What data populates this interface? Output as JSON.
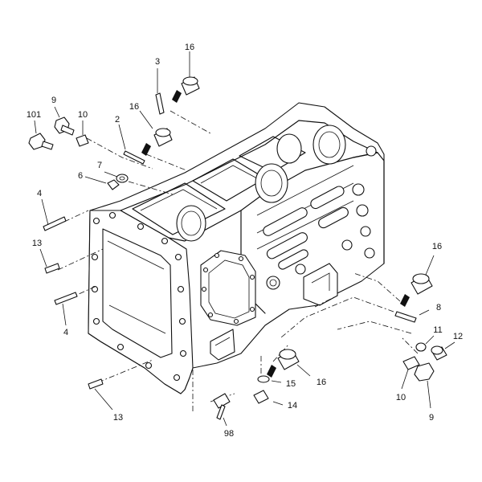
{
  "callouts": [
    {
      "id": "c3",
      "text": "3"
    },
    {
      "id": "c16a",
      "text": "16"
    },
    {
      "id": "c9a",
      "text": "9"
    },
    {
      "id": "c101",
      "text": "101"
    },
    {
      "id": "c10a",
      "text": "10"
    },
    {
      "id": "c16b",
      "text": "16"
    },
    {
      "id": "c2",
      "text": "2"
    },
    {
      "id": "c7",
      "text": "7"
    },
    {
      "id": "c6",
      "text": "6"
    },
    {
      "id": "c4a",
      "text": "4"
    },
    {
      "id": "c13a",
      "text": "13"
    },
    {
      "id": "c4b",
      "text": "4"
    },
    {
      "id": "c16c",
      "text": "16"
    },
    {
      "id": "c8",
      "text": "8"
    },
    {
      "id": "c11",
      "text": "11"
    },
    {
      "id": "c12",
      "text": "12"
    },
    {
      "id": "c16d",
      "text": "16"
    },
    {
      "id": "c15",
      "text": "15"
    },
    {
      "id": "c14",
      "text": "14"
    },
    {
      "id": "c10b",
      "text": "10"
    },
    {
      "id": "c9b",
      "text": "9"
    },
    {
      "id": "c13b",
      "text": "13"
    },
    {
      "id": "c98",
      "text": "98"
    }
  ]
}
